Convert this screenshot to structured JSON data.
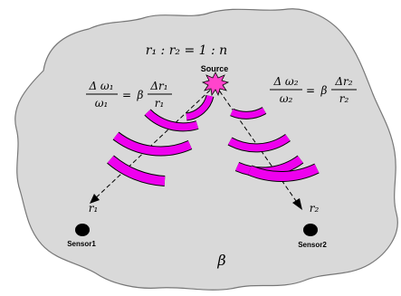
{
  "labels": {
    "ratio": "r₁ : r₂ = 1 : n",
    "source": "Source",
    "sensor1": "Sensor1",
    "sensor2": "Sensor2",
    "r1": "r₁",
    "r2": "r₂",
    "beta": "β"
  },
  "equations": {
    "left": {
      "numerator": "Δ ω₁",
      "denominator": "ω₁",
      "equals": "=",
      "coef": "β",
      "fraction_numerator": "Δr₁",
      "fraction_denominator": "r₁"
    },
    "right": {
      "numerator": "Δ ω₂",
      "denominator": "ω₂",
      "equals": "=",
      "coef": "β",
      "fraction_numerator": "Δr₂",
      "fraction_denominator": "r₂"
    }
  },
  "colors": {
    "region_fill": "#d9d9d9",
    "region_stroke": "#777777",
    "wave": "#ee00ee",
    "wave_stroke": "#000000",
    "source_fill": "#ff44cc",
    "sensor_fill": "#000000"
  }
}
